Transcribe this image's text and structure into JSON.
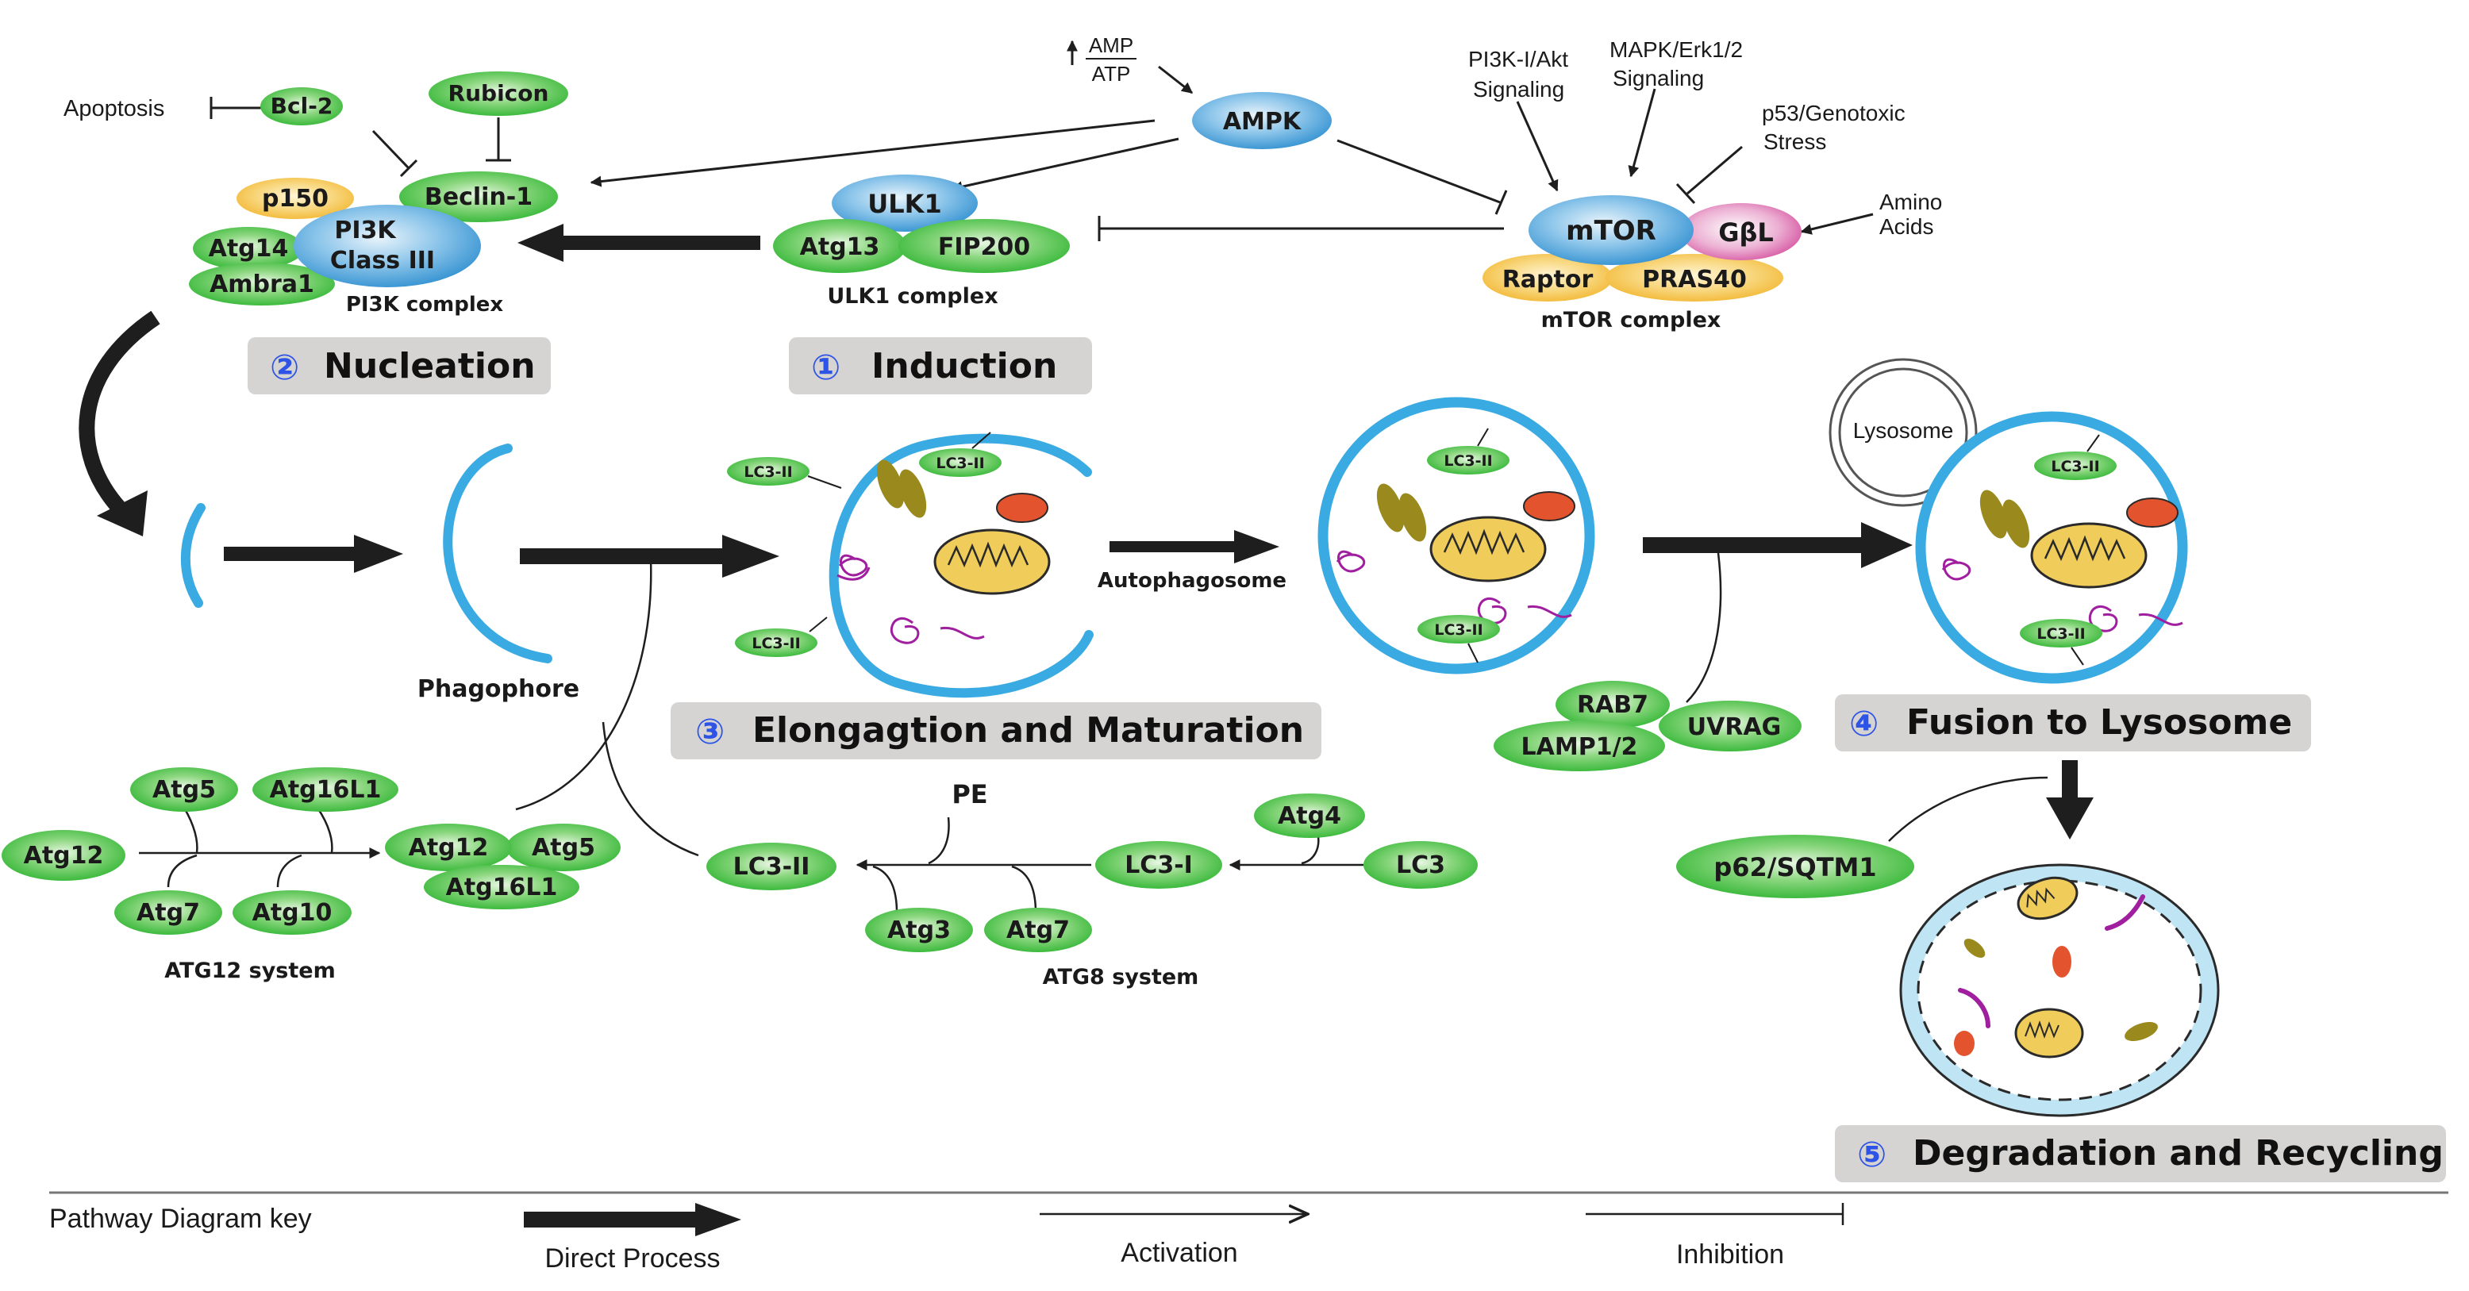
{
  "colors": {
    "green_protein": "#2fb532",
    "blue_protein": "#2f8fd0",
    "orange_protein": "#f2c24a",
    "pink_protein": "#d2479a",
    "membrane_blue": "#3aaae3",
    "step_box": "#d6d3d3",
    "step_number": "#2d54e6",
    "arrow_dark": "#1e1e1e",
    "mito_yellow": "#f0cd5a",
    "er_olive": "#9a8a1d",
    "vesicle_orange": "#e3542e",
    "protein_purple": "#a01f9f",
    "lysosome_fill": "#bfe4f3"
  },
  "steps": [
    {
      "number": "②",
      "label": "Nucleation"
    },
    {
      "number": "①",
      "label": "Induction"
    },
    {
      "number": "③",
      "label": "Elongagtion and Maturation"
    },
    {
      "number": "④",
      "label": "Fusion to Lysosome"
    },
    {
      "number": "⑤",
      "label": "Degradation and Recycling"
    }
  ],
  "regulators": {
    "apoptosis": "Apoptosis",
    "amp": "AMP",
    "atp": "ATP",
    "pi3k_akt": [
      "PI3K-I/Akt",
      "Signaling"
    ],
    "mapk": [
      "MAPK/Erk1/2",
      "Signaling"
    ],
    "p53": [
      "p53/Genotoxic",
      "Stress"
    ],
    "amino": [
      "Amino",
      "Acids"
    ]
  },
  "proteins": {
    "bcl2": "Bcl-2",
    "rubicon": "Rubicon",
    "beclin1": "Beclin-1",
    "p150": "p150",
    "pi3k": [
      "PI3K",
      "Class III"
    ],
    "atg14": "Atg14",
    "ambra1": "Ambra1",
    "ampk": "AMPK",
    "ulk1": "ULK1",
    "atg13": "Atg13",
    "fip200": "FIP200",
    "mtor": "mTOR",
    "gbl": "GβL",
    "raptor": "Raptor",
    "pras40": "PRAS40",
    "rab7": "RAB7",
    "lamp12": "LAMP1/2",
    "uvrag": "UVRAG",
    "p62": "p62/SQTM1",
    "lc3ii": "LC3-II"
  },
  "complexes": {
    "pi3k": "PI3K complex",
    "ulk1": "ULK1 complex",
    "mtor": "mTOR complex"
  },
  "structures": {
    "phagophore": "Phagophore",
    "autophagosome": "Autophagosome",
    "lysosome": "Lysosome"
  },
  "atg12_system": {
    "atg12": "Atg12",
    "atg5": "Atg5",
    "atg16l1": "Atg16L1",
    "atg7": "Atg7",
    "atg10": "Atg10",
    "conj_atg12": "Atg12",
    "conj_atg5": "Atg5",
    "conj_atg16l1": "Atg16L1",
    "caption": "ATG12 system"
  },
  "atg8_system": {
    "lc3ii": "LC3-II",
    "pe": "PE",
    "lc3i": "LC3-I",
    "atg4": "Atg4",
    "lc3": "LC3",
    "atg3": "Atg3",
    "atg7": "Atg7",
    "caption": "ATG8 system"
  },
  "legend": {
    "title": "Pathway Diagram key",
    "direct": "Direct Process",
    "activation": "Activation",
    "inhibition": "Inhibition"
  }
}
